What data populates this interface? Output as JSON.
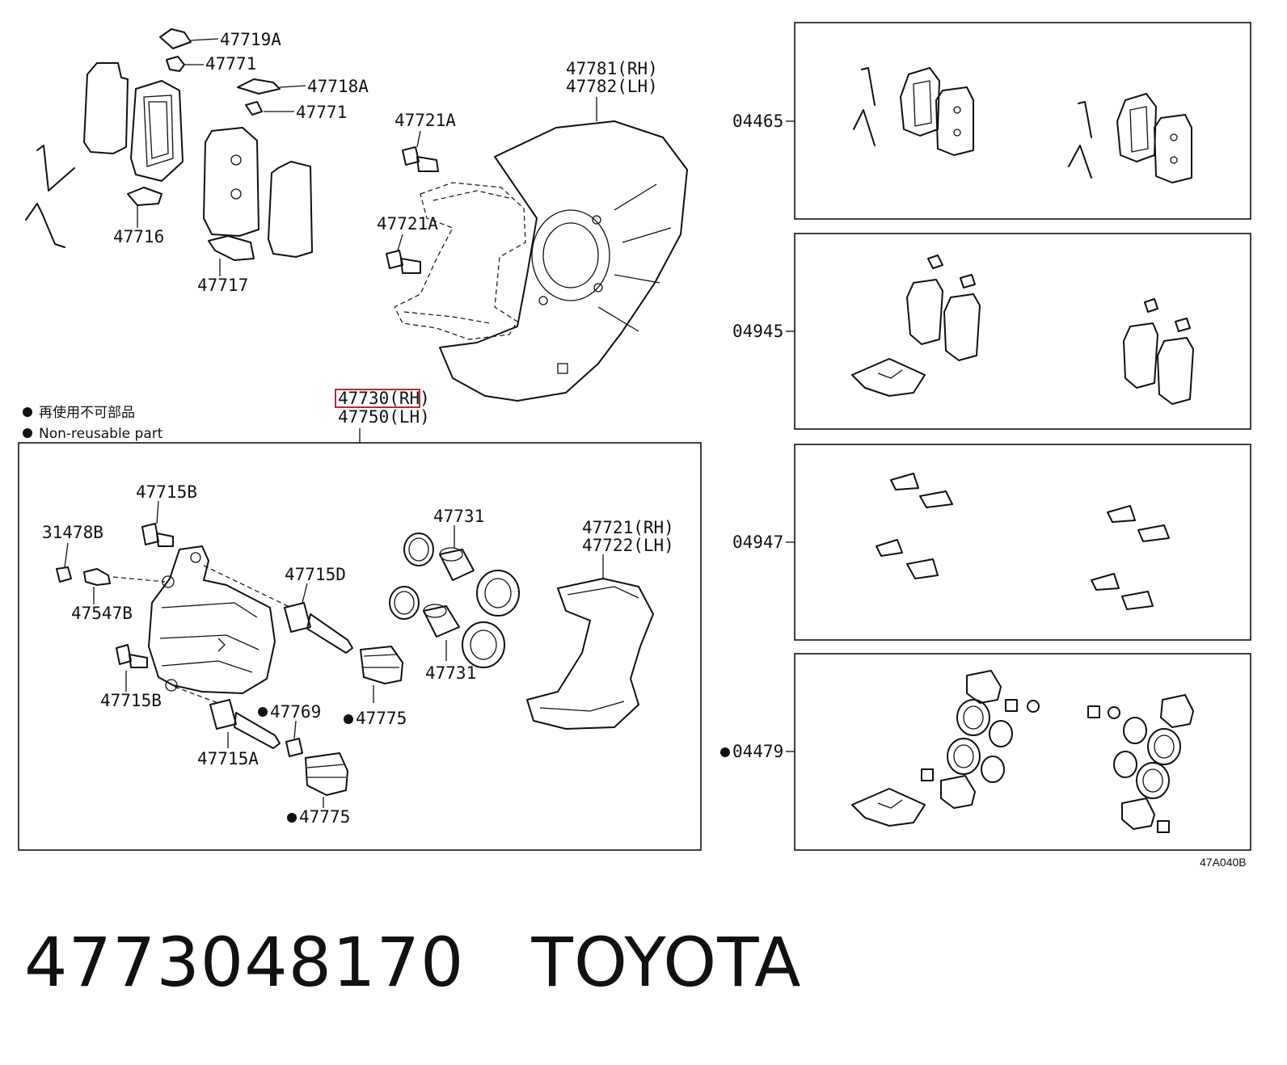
{
  "legend": {
    "jp": "再使用不可部品",
    "en": "Non-reusable part"
  },
  "labels": {
    "p47719A": "47719A",
    "p47771a": "47771",
    "p47718A": "47718A",
    "p47771b": "47771",
    "p47716": "47716",
    "p47717": "47717",
    "p47721A_a": "47721A",
    "p47721A_b": "47721A",
    "p47781": "47781(RH)",
    "p47782": "47782(LH)",
    "p47730": "47730(RH)",
    "p47750": "47750(LH)",
    "p47715B_a": "47715B",
    "p31478B": "31478B",
    "p47547B": "47547B",
    "p47715D": "47715D",
    "p47731_a": "47731",
    "p47731_b": "47731",
    "p47721": "47721(RH)",
    "p47722": "47722(LH)",
    "p47715B_b": "47715B",
    "p47769": "47769",
    "p47775_a": "47775",
    "p47715A": "47715A",
    "p47775_b": "47775",
    "k04465": "04465",
    "k04945": "04945",
    "k04947": "04947",
    "k04479": "04479"
  },
  "diagram_ref": "47A040B",
  "footer": {
    "part_number": "4773048170",
    "brand": "TOYOTA"
  },
  "colors": {
    "highlight": "#d62020",
    "ink": "#111111"
  }
}
